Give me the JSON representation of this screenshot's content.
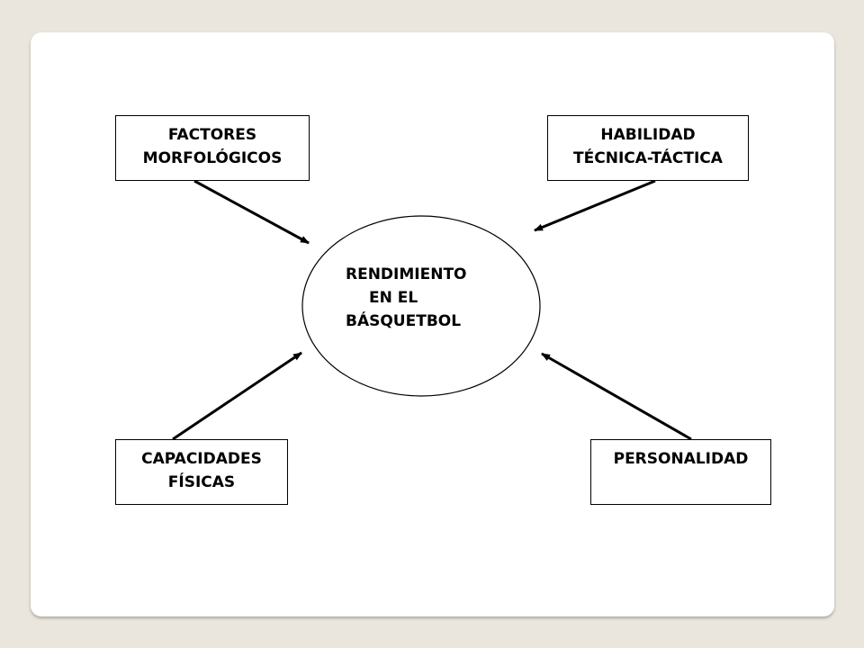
{
  "diagram": {
    "center": {
      "line1": "RENDIMIENTO",
      "line2": "EN EL",
      "line3": "BÁSQUETBOL"
    },
    "factors": [
      {
        "id": "factores",
        "lines": [
          "FACTORES",
          "MORFOLÓGICOS"
        ]
      },
      {
        "id": "habilidad",
        "lines": [
          "HABILIDAD",
          "TÉCNICA-TÁCTICA"
        ]
      },
      {
        "id": "capacidades",
        "lines": [
          "CAPACIDADES",
          "FÍSICAS"
        ]
      },
      {
        "id": "personalidad",
        "lines": [
          "PERSONALIDAD"
        ]
      }
    ]
  },
  "colors": {
    "background": "#ebe6dd",
    "slide": "#ffffff",
    "stroke": "#000000"
  }
}
